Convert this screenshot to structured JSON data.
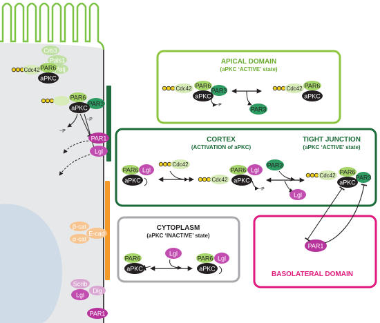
{
  "colors": {
    "cell_membrane": "#7cc242",
    "cytoplasm_fill": "#e7e8e9",
    "nucleus_fill": "#cfdbe6",
    "tight_junction_bar": "#1f6b3e",
    "adherens_bar": "#f39a2b",
    "apical_box": "#8cc63f",
    "cortex_box": "#1a6b38",
    "cytoplasm_box": "#a7a9ac",
    "basolateral_box": "#e0197d",
    "par6": "#a6d56a",
    "cdc42": "#d7ecb8",
    "apkc": "#231f20",
    "par3": "#2e9b63",
    "par1": "#b7339c",
    "lgl": "#c24db0",
    "pale_green": "#bfe0a2",
    "pale_orange": "#f7c48f",
    "pale_purple": "#d9a6d1",
    "gtp_bead": "#f2d21d"
  },
  "cell": {
    "faded": {
      "crb3": "Crb3",
      "pals1": "Pals1",
      "patj": "Patj",
      "bcat": "β-cat",
      "acat": "α-cat",
      "ecad": "E-cad",
      "scrib": "Scrib",
      "dlg": "Dlg"
    },
    "apical_complex": {
      "cdc42": "Cdc42",
      "par6": "PAR6",
      "apkc": "aPKC"
    },
    "junction_complex": {
      "par6": "PAR6",
      "apkc": "aPKC",
      "par3": "PAR3"
    },
    "par1": "PAR1",
    "lgl": "Lgl",
    "phospho_left": "~P",
    "phospho_mid": "~P",
    "bottom_lgl": "Lgl",
    "bottom_par1": "PAR1"
  },
  "apical": {
    "title": "APICAL DOMAIN",
    "subtitle": "(aPKC ‘ACTIVE’ state)",
    "left": {
      "cdc42": "Cdc42",
      "par6": "PAR6",
      "apkc": "aPKC",
      "par3": "PAR3"
    },
    "right": {
      "cdc42": "Cdc42",
      "par6": "PAR6",
      "apkc": "aPKC"
    },
    "released_par3": "PAR3",
    "phospho": "~P"
  },
  "cortex": {
    "title": "CORTEX",
    "subtitle": "(ACTIVATION of aPKC)",
    "tj_title": "TIGHT JUNCTION",
    "tj_subtitle": "(aPKC ‘ACTIVE’ state)",
    "c1": {
      "par6": "PAR6",
      "lgl": "Lgl",
      "apkc": "aPKC"
    },
    "cdc42_in": "Cdc42",
    "c2": {
      "cdc42": "Cdc42",
      "par6": "PAR6",
      "lgl": "Lgl",
      "apkc": "aPKC"
    },
    "phospho": "~P",
    "par3_in": "PAR3",
    "lgl_out": "Lgl",
    "c3": {
      "cdc42": "Cdc42",
      "par6": "PAR6",
      "apkc": "aPKC",
      "par3": "PAR3"
    }
  },
  "cytoplasm": {
    "title": "CYTOPLASM",
    "subtitle": "(aPKC ‘INACTIVE’ state)",
    "a": {
      "par6": "PAR6",
      "apkc": "aPKC"
    },
    "lgl": "Lgl",
    "b": {
      "par6": "PAR6",
      "lgl": "Lgl",
      "apkc": "aPKC"
    }
  },
  "basolateral": {
    "title": "BASOLATERAL DOMAIN",
    "par1": "PAR1"
  }
}
